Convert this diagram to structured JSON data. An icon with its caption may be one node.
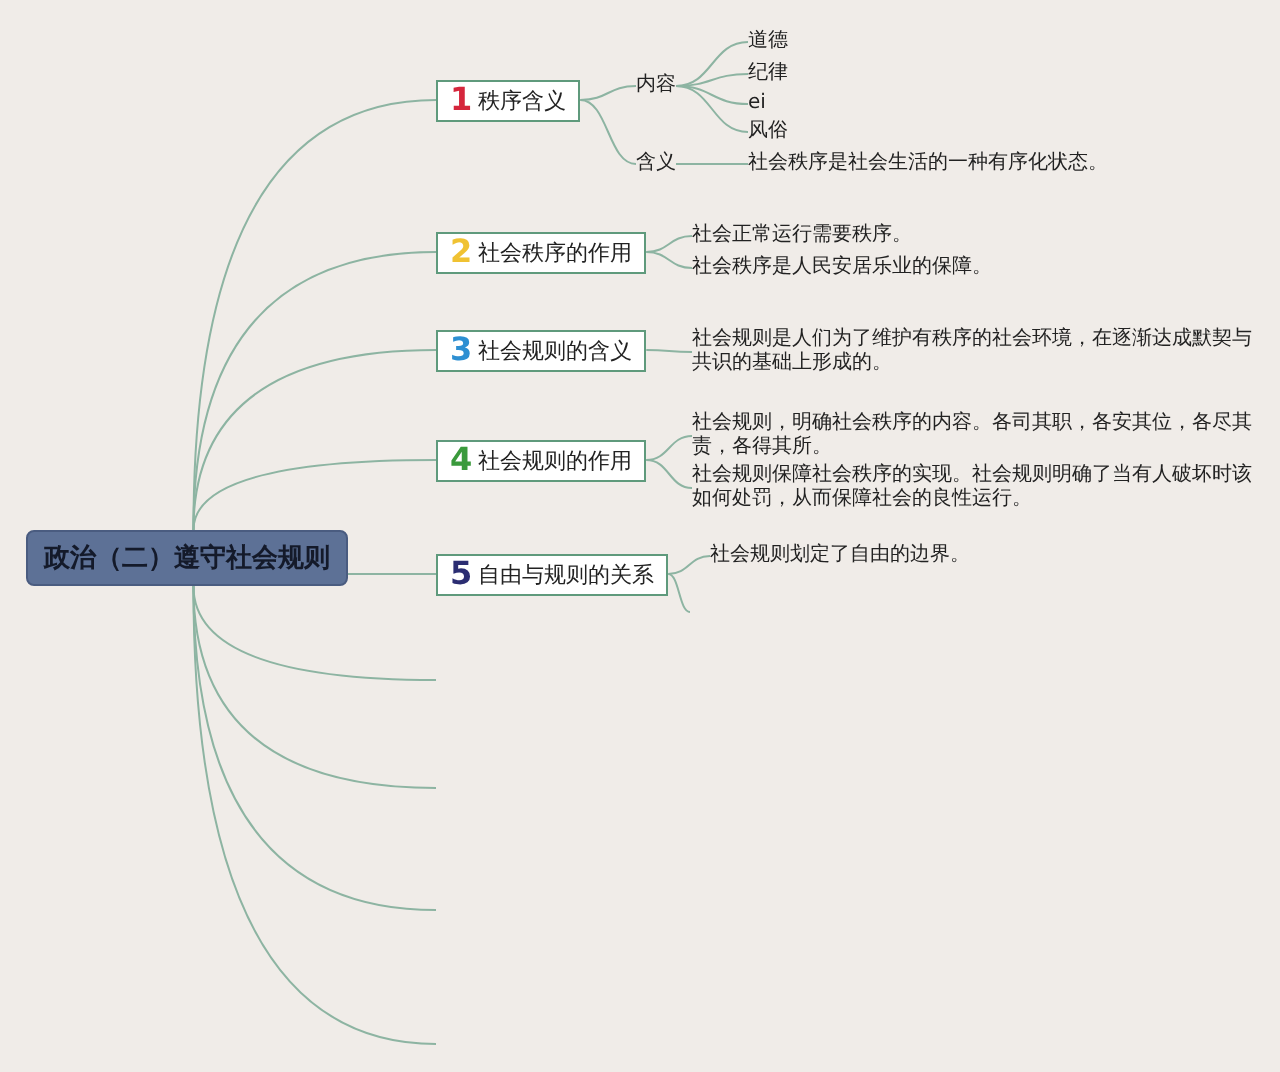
{
  "diagram": {
    "nodes": [
      {
        "text": [
          "政治（二）遵守社会规则"
        ]
      },
      {
        "text": [
          "1",
          "秩序含义"
        ]
      },
      {
        "text": [
          "内容"
        ]
      },
      {
        "text": [
          "道德"
        ]
      },
      {
        "text": [
          "纪律"
        ]
      },
      {
        "text": [
          "ei"
        ]
      },
      {
        "text": [
          "风俗"
        ]
      },
      {
        "text": [
          "含义"
        ]
      },
      {
        "text": [
          "社会秩序是社会生活的一种有序化状态。"
        ]
      },
      {
        "text": [
          "2",
          "社会秩序的作用"
        ]
      },
      {
        "text": [
          "社会正常运行需要秩序。"
        ]
      },
      {
        "text": [
          "社会秩序是人民安居乐业的保障。"
        ]
      },
      {
        "text": [
          "3",
          "社会规则的含义"
        ]
      },
      {
        "text": [
          "社会规则是人们为了维护有秩序的社会环境，在逐渐达成默契与共识的基础上形成的。"
        ]
      },
      {
        "text": [
          "4",
          "社会规则的作用"
        ]
      },
      {
        "text": [
          "社会规则，明确社会秩序的内容。各司其职，各安其位，各尽其责，各得其所。"
        ]
      },
      {
        "text": [
          "社会规则保障社会秩序的实现。社会规则明确了当有人破坏时该如何处罚，从而保障社会的良性运行。"
        ]
      },
      {
        "text": [
          "5",
          "自由与规则的关系"
        ]
      },
      {
        "text": [
          "社会规则划定了自由的边界。"
        ]
      }
    ],
    "edges": [
      {
        "from": 0,
        "to": 1,
        "arrow": "none"
      },
      {
        "from": 0,
        "to": 9,
        "arrow": "none"
      },
      {
        "from": 0,
        "to": 12,
        "arrow": "none"
      },
      {
        "from": 0,
        "to": 14,
        "arrow": "none"
      },
      {
        "from": 0,
        "to": 17,
        "arrow": "none"
      },
      {
        "from": 0,
        "to": null,
        "arrow": "none"
      },
      {
        "from": 0,
        "to": null,
        "arrow": "none"
      },
      {
        "from": 0,
        "to": null,
        "arrow": "none"
      },
      {
        "from": 0,
        "to": null,
        "arrow": "none"
      },
      {
        "from": 1,
        "to": 2,
        "arrow": "none"
      },
      {
        "from": 1,
        "to": 7,
        "arrow": "none"
      },
      {
        "from": 2,
        "to": 3,
        "arrow": "none"
      },
      {
        "from": 2,
        "to": 4,
        "arrow": "none"
      },
      {
        "from": 2,
        "to": 5,
        "arrow": "none"
      },
      {
        "from": 2,
        "to": 6,
        "arrow": "none"
      },
      {
        "from": 7,
        "to": 8,
        "arrow": "none"
      },
      {
        "from": 9,
        "to": 10,
        "arrow": "none"
      },
      {
        "from": 9,
        "to": 11,
        "arrow": "none"
      },
      {
        "from": 12,
        "to": 13,
        "arrow": "none"
      },
      {
        "from": 14,
        "to": 15,
        "arrow": "none"
      },
      {
        "from": 14,
        "to": 16,
        "arrow": "none"
      },
      {
        "from": 17,
        "to": 18,
        "arrow": "none"
      },
      {
        "from": 17,
        "to": null,
        "arrow": "none"
      }
    ]
  }
}
